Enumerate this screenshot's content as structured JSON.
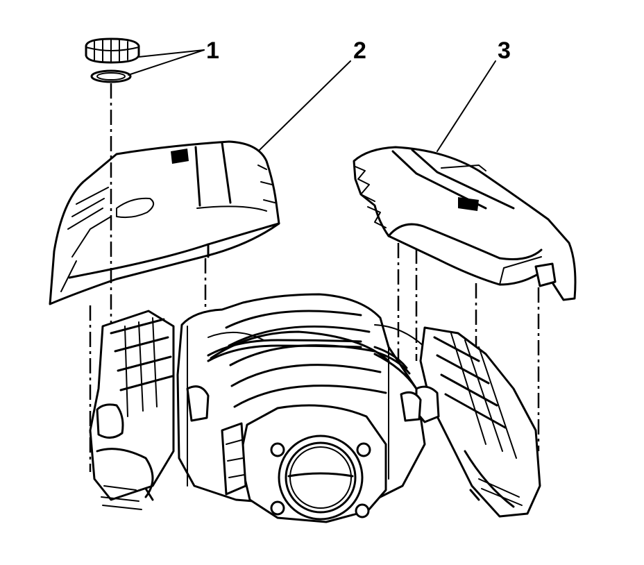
{
  "callouts": {
    "c1": "1",
    "c2": "2",
    "c3": "3"
  },
  "colors": {
    "ink": "#000000",
    "paper": "#ffffff"
  }
}
